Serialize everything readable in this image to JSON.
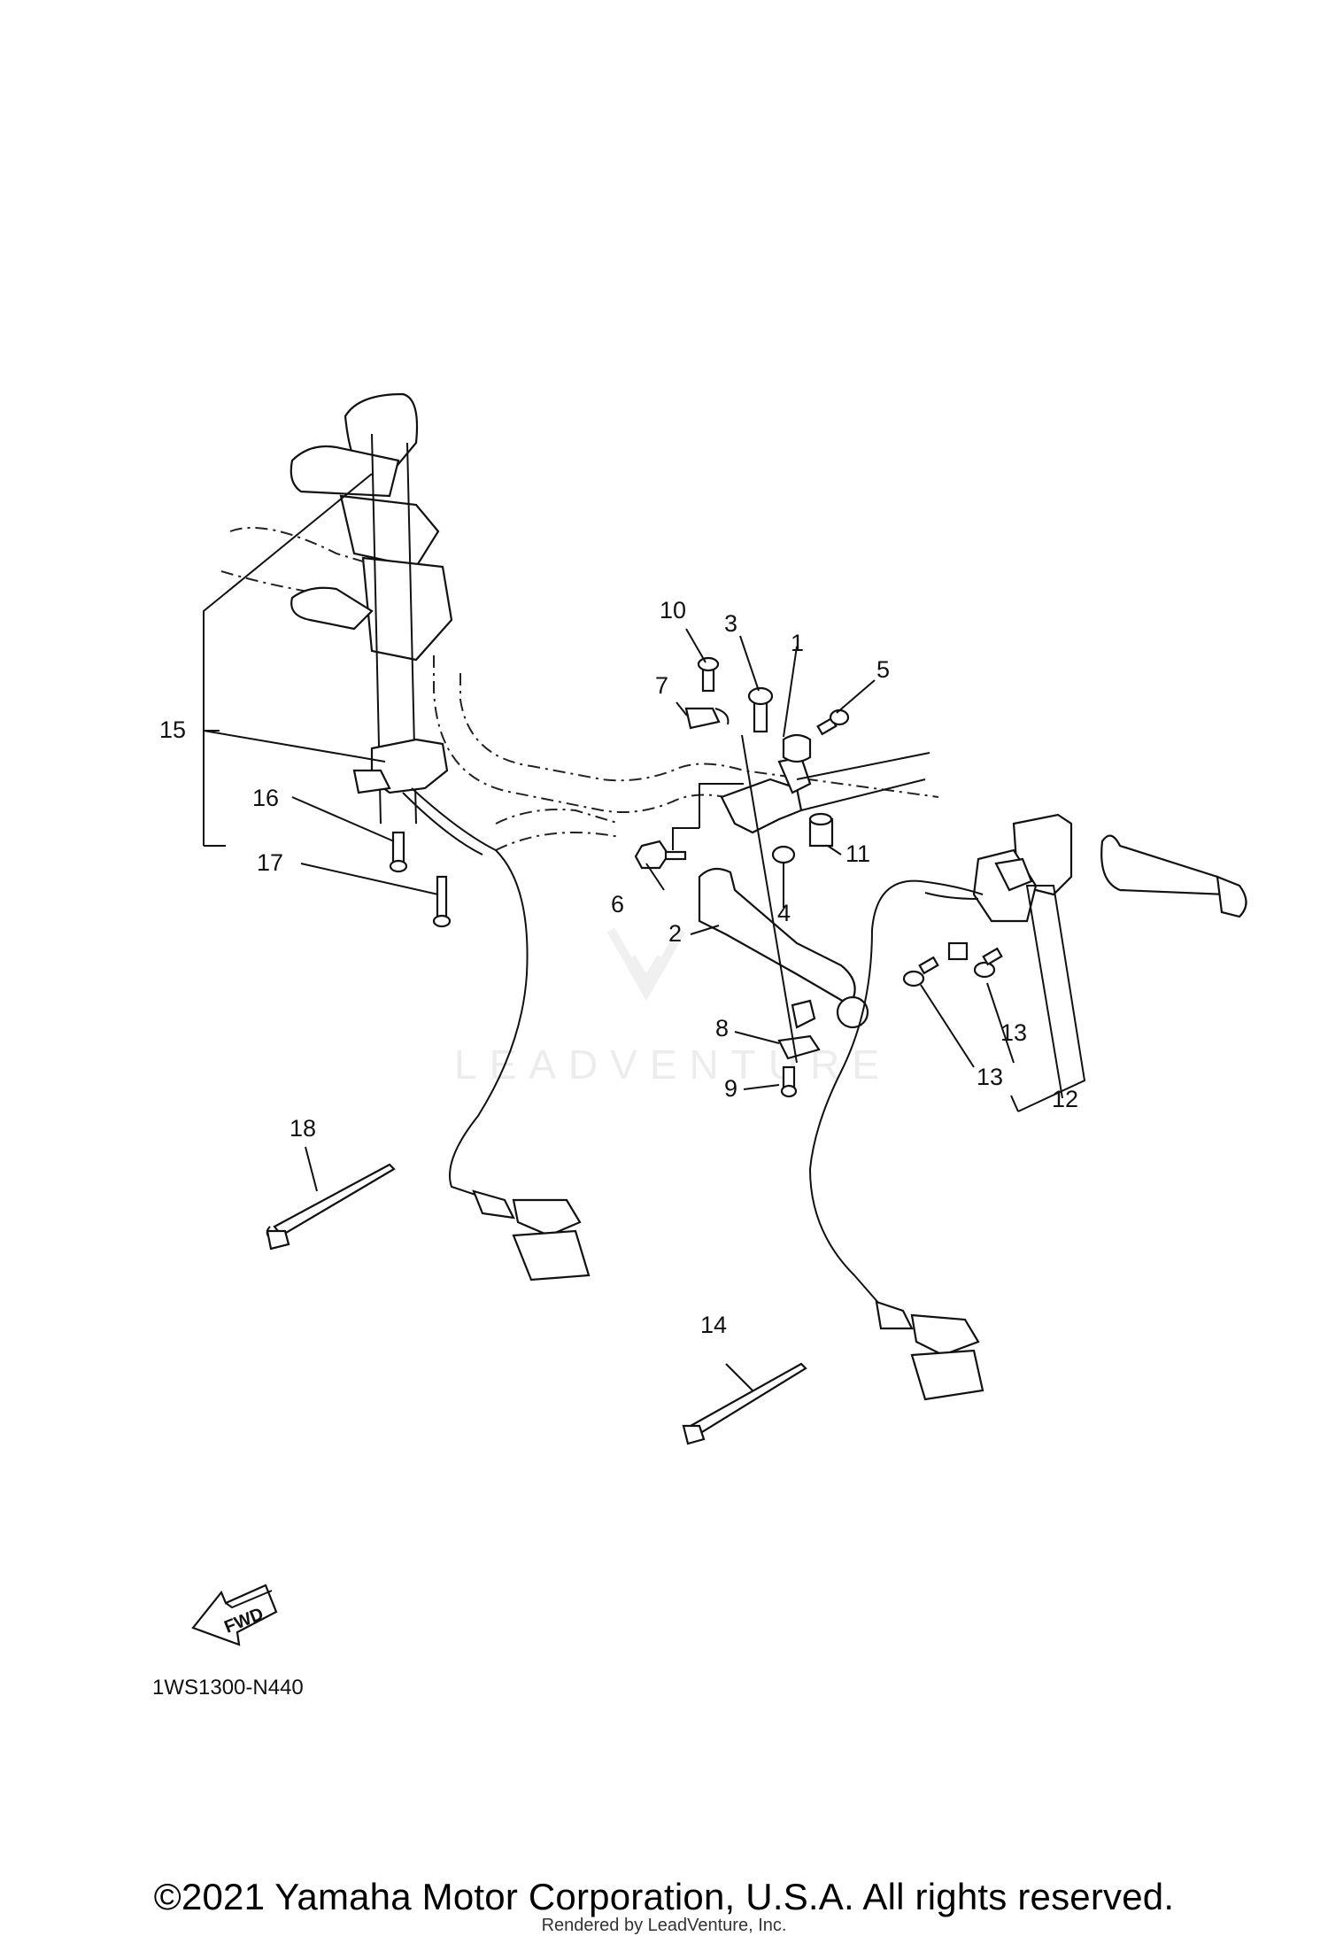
{
  "diagram": {
    "callouts": {
      "p1": "1",
      "p2": "2",
      "p3": "3",
      "p4": "4",
      "p5": "5",
      "p6": "6",
      "p7": "7",
      "p8": "8",
      "p9": "9",
      "p10": "10",
      "p11": "11",
      "p12": "12",
      "p13a": "13",
      "p13b": "13",
      "p14": "14",
      "p15": "15",
      "p16": "16",
      "p17": "17",
      "p18": "18"
    },
    "fwd_label": "FWD",
    "diagram_code": "1WS1300-N440",
    "watermark": "LEADVENTURE"
  },
  "footer": {
    "copyright": "©2021 Yamaha Motor Corporation, U.S.A. All rights reserved.",
    "rendered_by": "Rendered by LeadVenture, Inc."
  }
}
